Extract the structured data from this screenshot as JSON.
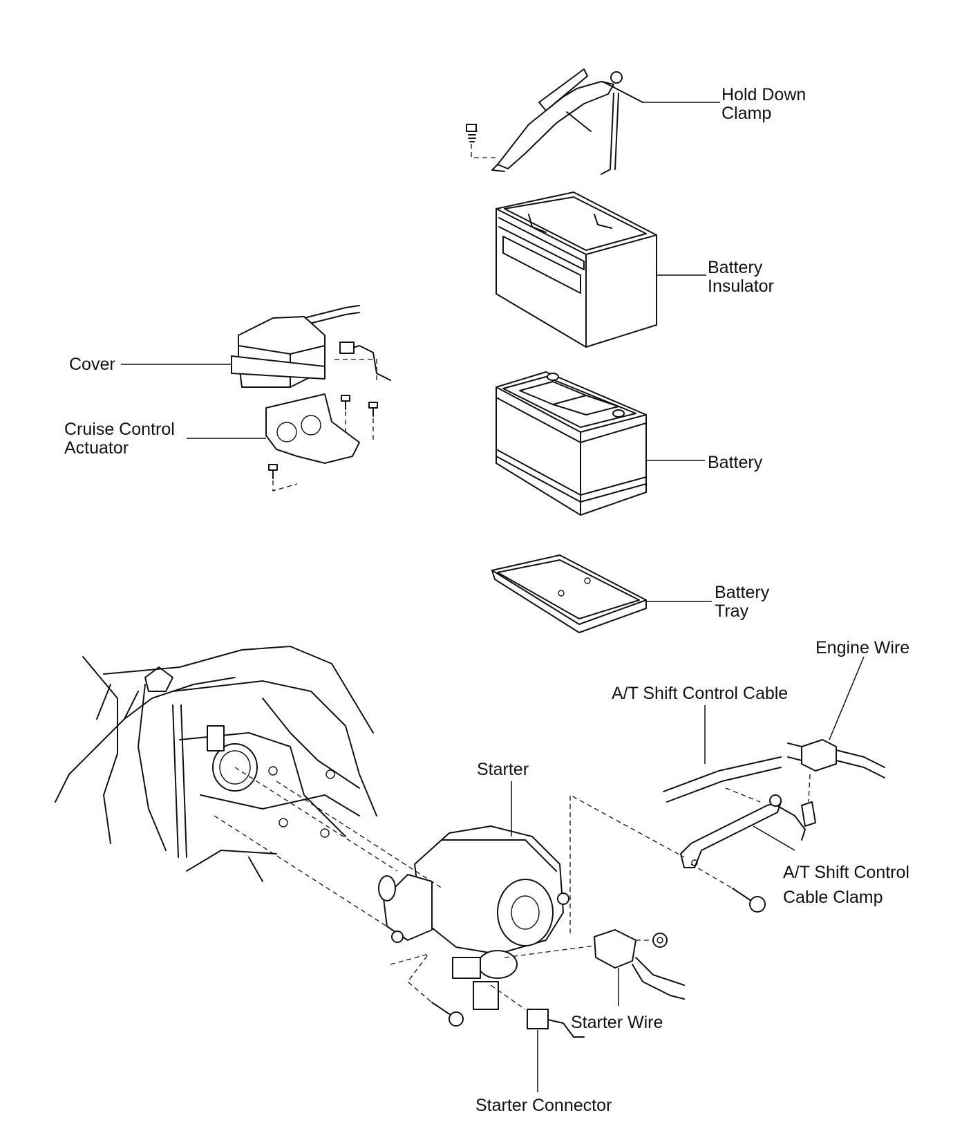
{
  "labels": {
    "hold_down_clamp": [
      "Hold Down",
      "Clamp"
    ],
    "battery_insulator": [
      "Battery",
      "Insulator"
    ],
    "cover": "Cover",
    "cruise_control_actuator": [
      "Cruise Control",
      "Actuator"
    ],
    "battery": "Battery",
    "battery_tray": [
      "Battery",
      "Tray"
    ],
    "engine_wire": "Engine Wire",
    "at_shift_control_cable": "A/T Shift Control Cable",
    "starter": "Starter",
    "at_shift_control_cable_clamp": [
      "A/T Shift Control",
      "Cable Clamp"
    ],
    "starter_wire": "Starter Wire",
    "starter_connector": "Starter Connector"
  }
}
